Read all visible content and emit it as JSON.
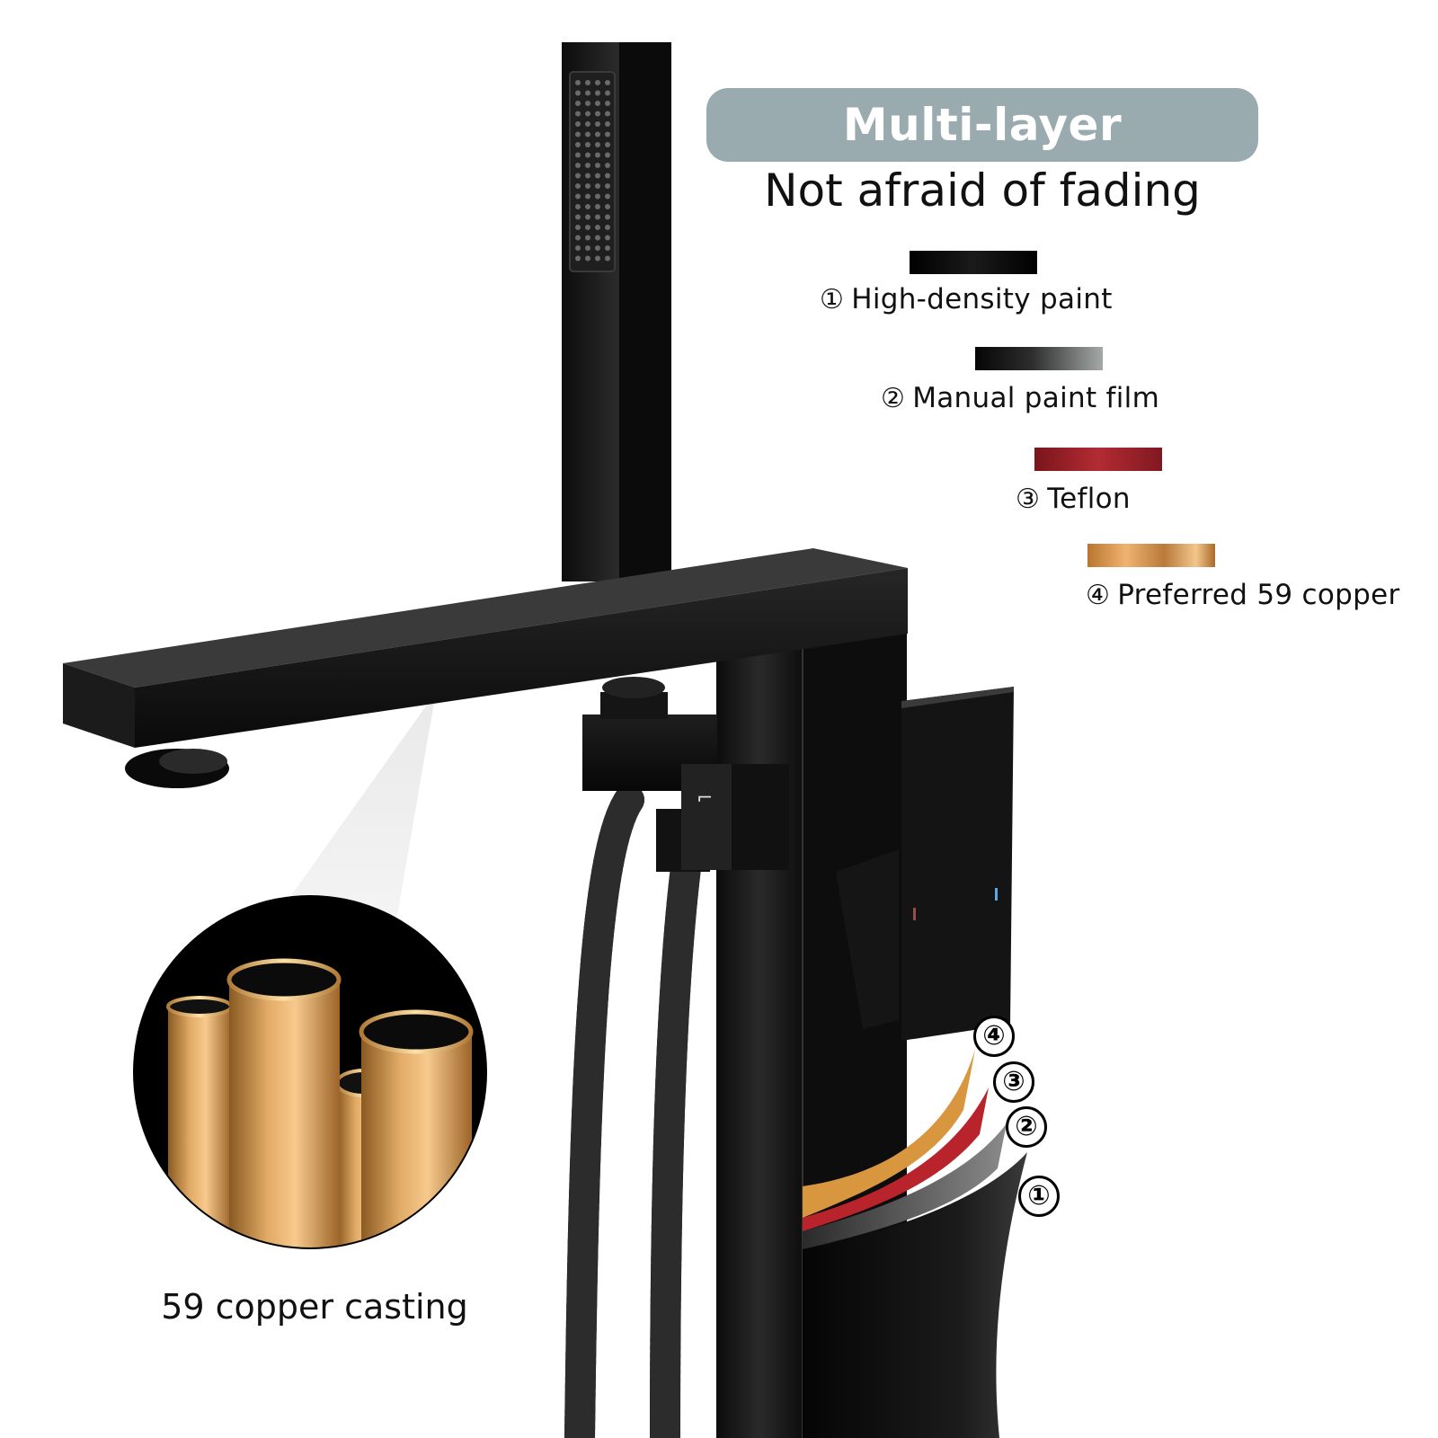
{
  "heading": {
    "title": "Multi-layer protection",
    "subtitle": "Not afraid of fading"
  },
  "layers": [
    {
      "number": "①",
      "label": "High-density paint",
      "color": "#050505"
    },
    {
      "number": "②",
      "label": "Manual paint film",
      "color": "#6e6e6e"
    },
    {
      "number": "③",
      "label": "Teflon",
      "color": "#8e1c22"
    },
    {
      "number": "④",
      "label": "Preferred 59 copper",
      "color": "#c98a45"
    }
  ],
  "markers": [
    "④",
    "③",
    "②",
    "①"
  ],
  "inset": {
    "caption": "59 copper casting"
  },
  "colors": {
    "pill": "#9aabb0",
    "faucet": "#141414",
    "copper": "#d9a05e"
  }
}
